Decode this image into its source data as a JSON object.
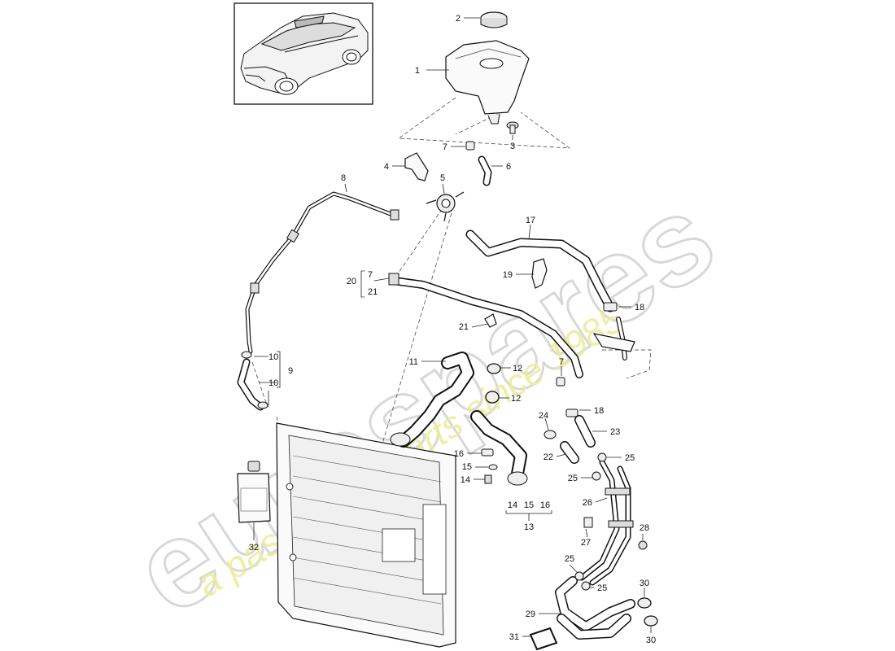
{
  "watermark": {
    "brand": "eurospares",
    "tagline": "a passion for parts since 1985"
  },
  "thumbnail": {
    "icon": "porsche-suv-thumbnail-icon"
  },
  "callouts": [
    {
      "id": "c1",
      "text": "1"
    },
    {
      "id": "c2",
      "text": "2"
    },
    {
      "id": "c3",
      "text": "3"
    },
    {
      "id": "c4",
      "text": "4"
    },
    {
      "id": "c5",
      "text": "5"
    },
    {
      "id": "c6",
      "text": "6"
    },
    {
      "id": "c7a",
      "text": "7"
    },
    {
      "id": "c8",
      "text": "8"
    },
    {
      "id": "c10a",
      "text": "10"
    },
    {
      "id": "c10b",
      "text": "10"
    },
    {
      "id": "c9",
      "text": "9"
    },
    {
      "id": "c17",
      "text": "17"
    },
    {
      "id": "c19",
      "text": "19"
    },
    {
      "id": "c18a",
      "text": "18"
    },
    {
      "id": "c20",
      "text": "20"
    },
    {
      "id": "c7b",
      "text": "7"
    },
    {
      "id": "c21a",
      "text": "21"
    },
    {
      "id": "c21b",
      "text": "21"
    },
    {
      "id": "c11",
      "text": "11"
    },
    {
      "id": "c12a",
      "text": "12"
    },
    {
      "id": "c12b",
      "text": "12"
    },
    {
      "id": "c7c",
      "text": "7"
    },
    {
      "id": "c18b",
      "text": "18"
    },
    {
      "id": "c23",
      "text": "23"
    },
    {
      "id": "c24",
      "text": "24"
    },
    {
      "id": "c22",
      "text": "22"
    },
    {
      "id": "c25a",
      "text": "25"
    },
    {
      "id": "c25b",
      "text": "25"
    },
    {
      "id": "c16",
      "text": "16"
    },
    {
      "id": "c15",
      "text": "15"
    },
    {
      "id": "c14",
      "text": "14"
    },
    {
      "id": "c26",
      "text": "26"
    },
    {
      "id": "c14g",
      "text": "14"
    },
    {
      "id": "c15g",
      "text": "15"
    },
    {
      "id": "c16g",
      "text": "16"
    },
    {
      "id": "c13",
      "text": "13"
    },
    {
      "id": "c27",
      "text": "27"
    },
    {
      "id": "c28",
      "text": "28"
    },
    {
      "id": "c32",
      "text": "32"
    },
    {
      "id": "c25c",
      "text": "25"
    },
    {
      "id": "c25d",
      "text": "25"
    },
    {
      "id": "c30a",
      "text": "30"
    },
    {
      "id": "c29",
      "text": "29"
    },
    {
      "id": "c30b",
      "text": "30"
    },
    {
      "id": "c31",
      "text": "31"
    }
  ]
}
